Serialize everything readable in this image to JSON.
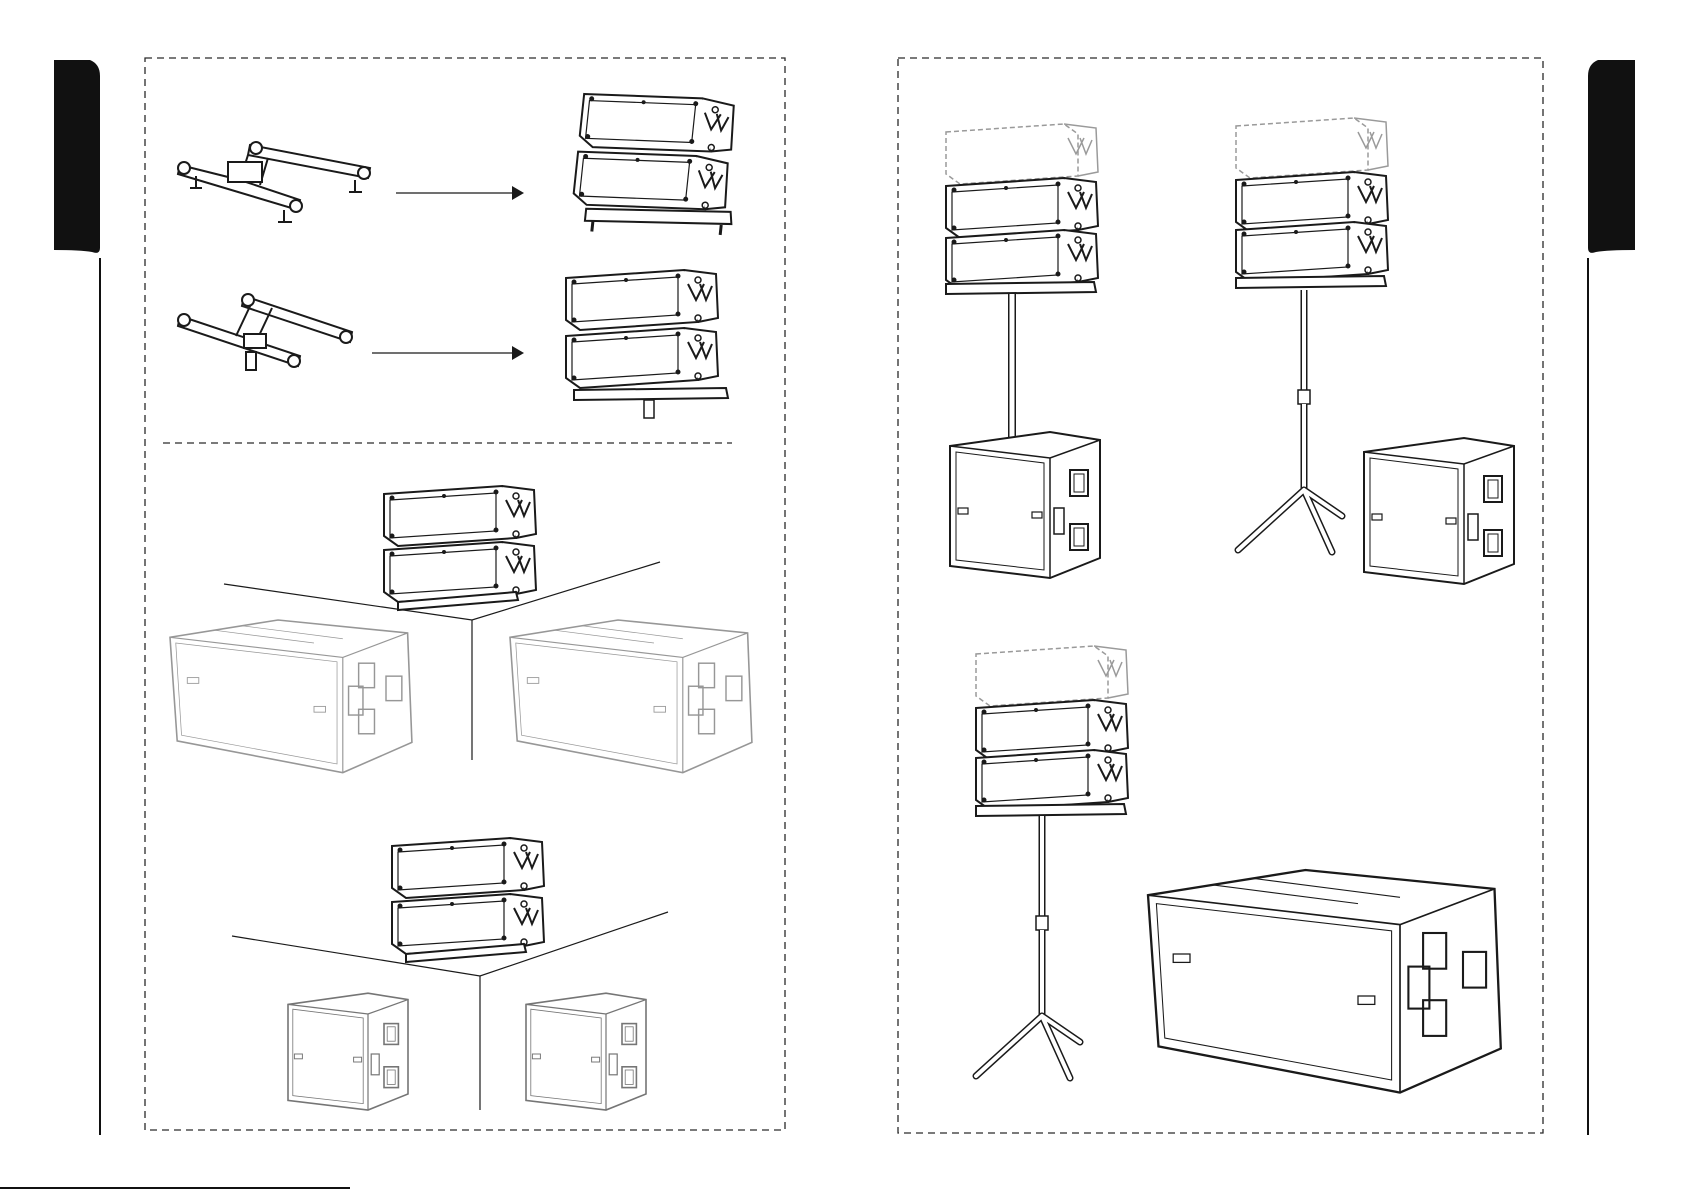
{
  "document": {
    "type": "manual-spread",
    "footer_text": "",
    "colors": {
      "ink": "#1a1a1a",
      "faded": "#9a9a9a",
      "tab": "#111111",
      "dash": "#2a2a2a"
    }
  },
  "left_page": {
    "panels": [
      {
        "name": "base-adapter-to-flown-array",
        "items": [
          "ground-stack-base-with-feet",
          "two-box-array-on-base"
        ]
      },
      {
        "name": "pole-adapter-to-array",
        "items": [
          "pole-mount-base",
          "two-box-array-on-pole-base"
        ]
      },
      {
        "name": "array-on-horizontal-subwoofers",
        "items": [
          "two-box-array",
          "horizontal-subwoofer-left",
          "horizontal-subwoofer-right"
        ]
      },
      {
        "name": "array-on-cube-subwoofers",
        "items": [
          "two-box-array",
          "cube-subwoofer-left",
          "cube-subwoofer-right"
        ]
      }
    ]
  },
  "right_page": {
    "panels": [
      {
        "name": "pole-mount-on-subwoofer",
        "items": [
          "array-on-pole",
          "cube-subwoofer"
        ]
      },
      {
        "name": "tripod-stand-beside-subwoofer",
        "items": [
          "array-on-tripod",
          "cube-subwoofer"
        ]
      },
      {
        "name": "tripod-stand-beside-horizontal-subwoofer",
        "items": [
          "array-on-tripod",
          "horizontal-subwoofer"
        ]
      }
    ]
  }
}
